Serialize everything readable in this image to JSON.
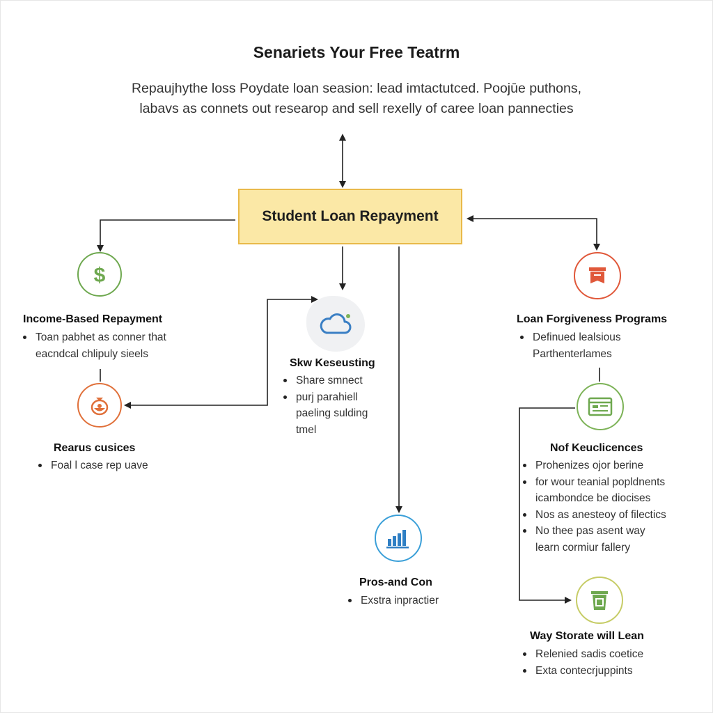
{
  "title": "Senariets Your Free Teatrm",
  "subtitle": [
    "Repaujhythe loss Poydate loan seasion: lead imtactutced. Poojūe puthons,",
    "labavs as connets out researop and sell rexelly of caree loan pannecties"
  ],
  "central": {
    "label": "Student Loan Repayment"
  },
  "nodes": {
    "income_based": {
      "title": "Income-Based Repayment",
      "lines": [
        "Toan pabhet as conner that",
        "eacndcal chlipuly sieels"
      ],
      "icon": "dollar-icon",
      "color": "#6ea84f"
    },
    "rearus": {
      "title": "Rearus cusices",
      "lines": [
        "Foal l case rep uave"
      ],
      "icon": "money-bag-icon",
      "color": "#e0703a"
    },
    "skw": {
      "title": "Skw Keseusting",
      "lines": [
        "Share smnect",
        "purj parahiell",
        "paeling sulding",
        "tmel"
      ],
      "icon": "cloud-icon",
      "color": "#3a7fc4"
    },
    "pros": {
      "title": "Pros-and Con",
      "lines": [
        "Exstra inpractier"
      ],
      "icon": "bar-chart-icon",
      "color": "#3a9fd8"
    },
    "forgiveness": {
      "title": "Loan Forgiveness Programs",
      "lines": [
        "Definued lealsious",
        "Parthenterlames"
      ],
      "icon": "archive-box-icon",
      "color": "#e0583a"
    },
    "nof": {
      "title": "Nof Keuclicences",
      "lines": [
        "Prohenizes ojor berine",
        "for wour teanial popldnents",
        "icambondce be diocises",
        "Nos as anesteoy of filectics",
        "No thee pas asent way",
        "learn cormiur fallery"
      ],
      "icon": "browser-window-icon",
      "color": "#7db358"
    },
    "way": {
      "title": "Way Storate will Lean",
      "lines": [
        "Relenied sadis coetice",
        "Exta contecrjuppints"
      ],
      "icon": "recycle-bin-icon",
      "color": "#c6cc66"
    }
  }
}
